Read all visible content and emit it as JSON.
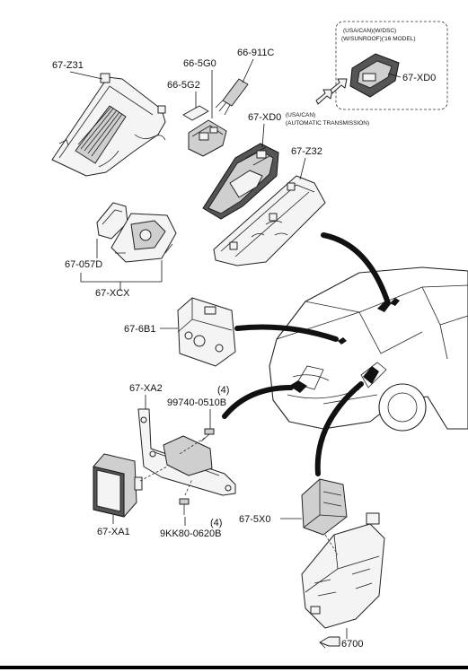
{
  "labels": {
    "z31": "67-Z31",
    "p5g0": "66-5G0",
    "p911c": "66-911C",
    "p5g2": "66-5G2",
    "xd0_main": "67-XD0",
    "xd0_box": "67-XD0",
    "z32": "67-Z32",
    "p057d": "67-057D",
    "xcx": "67-XCX",
    "p6b1": "67-6B1",
    "xa2": "67-XA2",
    "bolt1": "99740-0510B",
    "bolt1_qty": "(4)",
    "xa1": "67-XA1",
    "p5x0": "67-5X0",
    "bolt2": "9KK80-0620B",
    "bolt2_qty": "(4)",
    "ref6700": "6700"
  },
  "notes": {
    "box_line1": "(USA/CAN)(W/DSC)",
    "box_line2": "(W/SUNROOF)('16 MODEL)",
    "mid_line1": "(USA/CAN)",
    "mid_line2": "(AUTOMATIC TRANSMISSION)"
  },
  "icons": {
    "ref_arrow": "reference-arrow-icon"
  }
}
